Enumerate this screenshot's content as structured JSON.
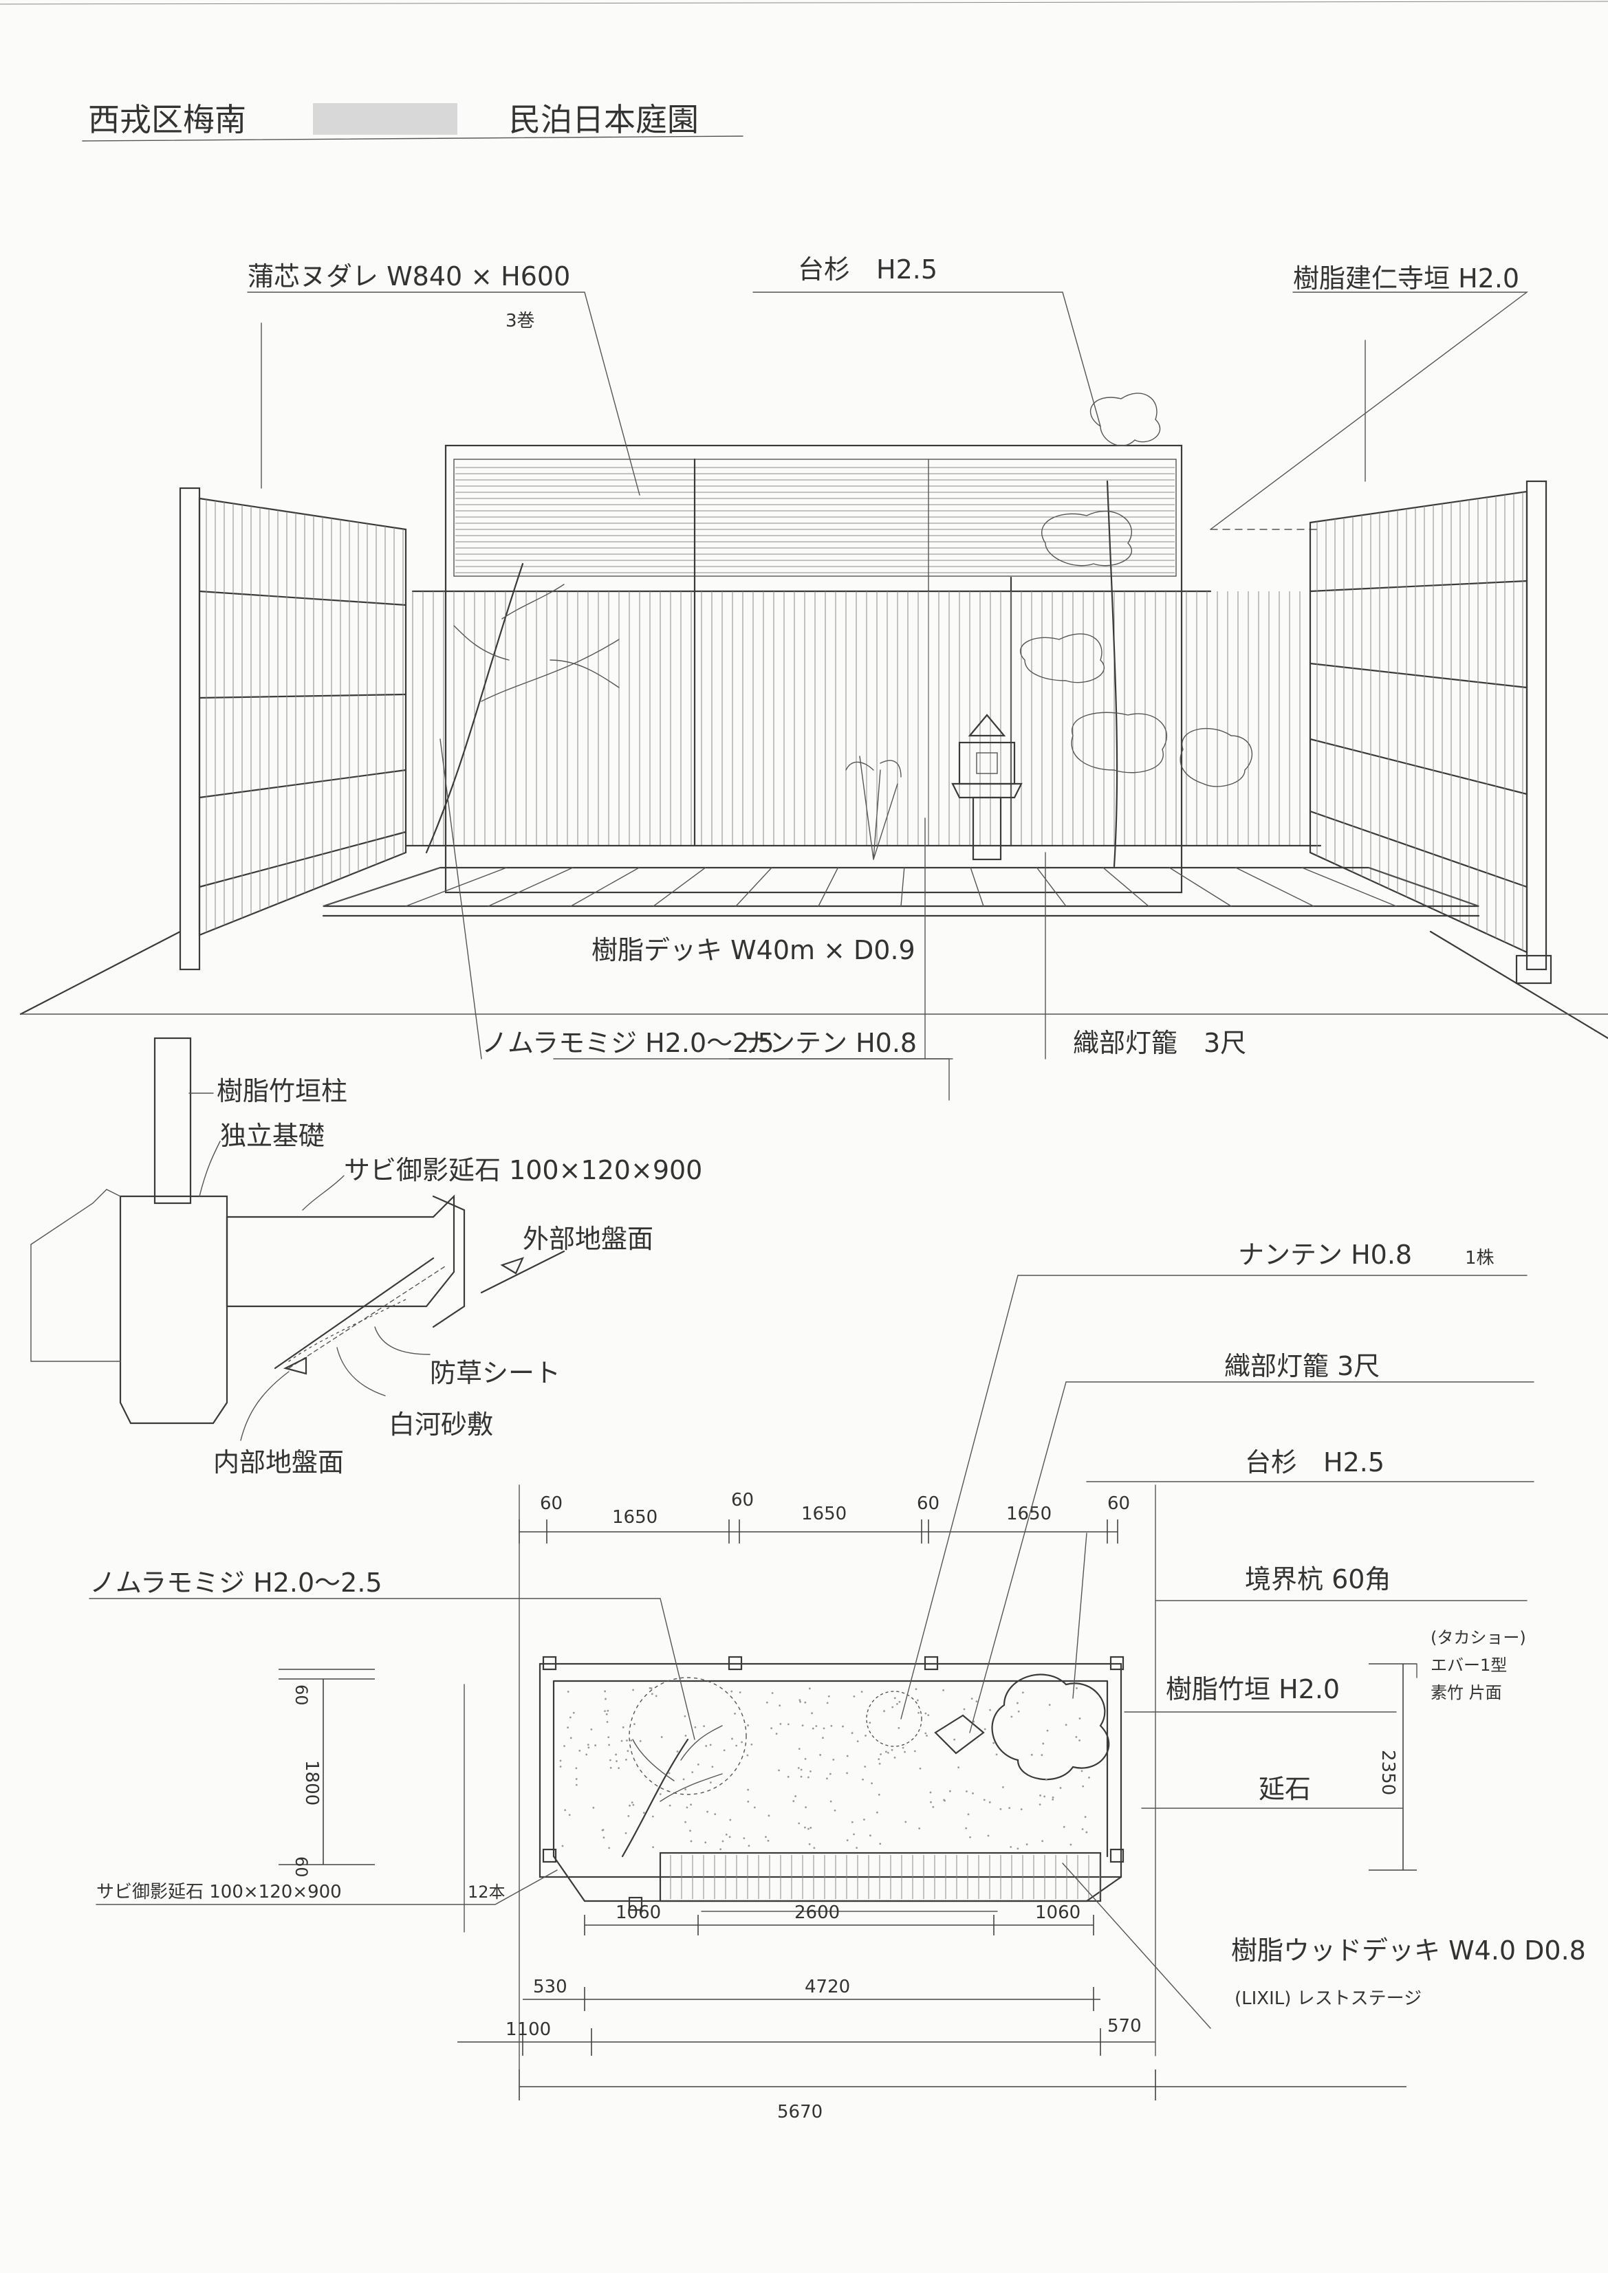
{
  "title": {
    "address": "西戎区梅南",
    "project": "民泊日本庭園"
  },
  "elevation": {
    "labels": {
      "screen": "蒲芯ヌダレ W840 × H600",
      "screen_qty": "3巻",
      "tree_daisugi": "台杉　H2.5",
      "fence": "樹脂建仁寺垣 H2.0",
      "deck": "樹脂デッキ W40m × D0.9",
      "momiji": "ノムラモミジ H2.0〜2.5",
      "nanten": "ナンテン H0.8",
      "lantern": "織部灯籠　3尺"
    }
  },
  "detail": {
    "labels": {
      "post": "樹脂竹垣柱",
      "footing": "独立基礎",
      "curb": "サビ御影延石 100×120×900",
      "outer_ground": "外部地盤面",
      "weed_sheet": "防草シート",
      "sand": "白河砂敷",
      "inner_ground": "内部地盤面"
    }
  },
  "plan": {
    "labels": {
      "nanten": "ナンテン H0.8",
      "nanten_qty": "1株",
      "lantern": "織部灯籠 3尺",
      "daisugi": "台杉　H2.5",
      "boundary_post": "境界杭 60角",
      "momiji": "ノムラモミジ H2.0〜2.5",
      "ground_cover_note": "(タカショー)",
      "ground_cover_1": "エバー1型",
      "ground_cover_2": "素竹 片面",
      "fence": "樹脂竹垣 H2.0",
      "curb_right": "延石",
      "curb_left": "サビ御影延石 100×120×900",
      "curb_qty": "12本",
      "deck": "樹脂ウッドデッキ W4.0 D0.8",
      "deck_note": "(LIXIL) レストステージ"
    },
    "dims": {
      "top": [
        "60",
        "1650",
        "60",
        "1650",
        "60",
        "1650",
        "60"
      ],
      "deck_row": [
        "1060",
        "2600",
        "1060"
      ],
      "total_inner": "4720",
      "left_off": "530",
      "left_outer": "1100",
      "right_off": "570",
      "overall": "5670",
      "depth_left": "1800",
      "depth_left_small_a": "60",
      "depth_left_small_b": "60",
      "depth_right": "2350"
    }
  }
}
